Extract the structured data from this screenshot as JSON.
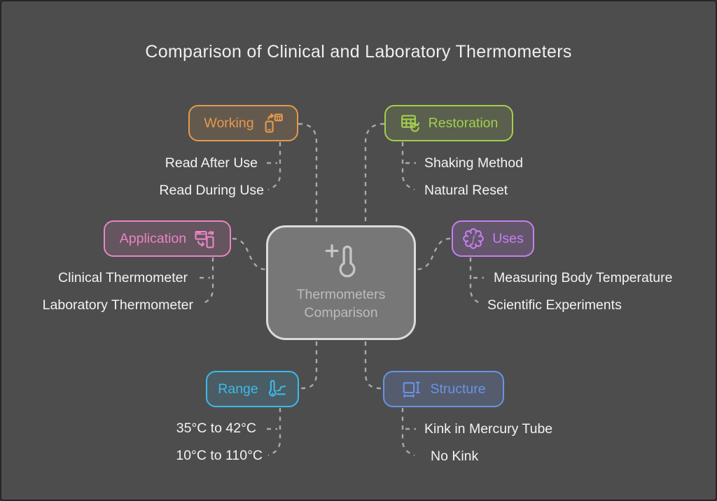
{
  "title": "Comparison of Clinical and Laboratory Thermometers",
  "colors": {
    "background": "#4d4d4d",
    "title_text": "#efefef",
    "connector": "#a9a9a9",
    "center_border": "#dbdbdb",
    "center_fill": "#777777",
    "leaf_text": "#f3f3f3"
  },
  "center": {
    "icon": "thermometer-plus-icon",
    "label_line1": "Thermometers",
    "label_line2": "Comparison"
  },
  "branches": [
    {
      "id": "working",
      "label": "Working",
      "color": "#e59a4d",
      "icon": "phone-sync-calculator-icon",
      "children": [
        "Read After Use",
        "Read During Use"
      ]
    },
    {
      "id": "restoration",
      "label": "Restoration",
      "color": "#a3ce4e",
      "icon": "table-refresh-icon",
      "children": [
        "Shaking Method",
        "Natural Reset"
      ]
    },
    {
      "id": "application",
      "label": "Application",
      "color": "#ea85c3",
      "icon": "responsive-devices-icon",
      "children": [
        "Clinical Thermometer",
        "Laboratory Thermometer"
      ]
    },
    {
      "id": "uses",
      "label": "Uses",
      "color": "#c67ff0",
      "icon": "function-gear-icon",
      "icon_letter": "f",
      "children": [
        "Measuring Body Temperature",
        "Scientific Experiments"
      ]
    },
    {
      "id": "range",
      "label": "Range",
      "color": "#3db9e9",
      "icon": "thermometer-chart-icon",
      "children": [
        "35°C to 42°C",
        "10°C to 110°C"
      ]
    },
    {
      "id": "structure",
      "label": "Structure",
      "color": "#6b93e4",
      "icon": "frame-cursor-icon",
      "children": [
        "Kink in Mercury Tube",
        "No Kink"
      ]
    }
  ]
}
